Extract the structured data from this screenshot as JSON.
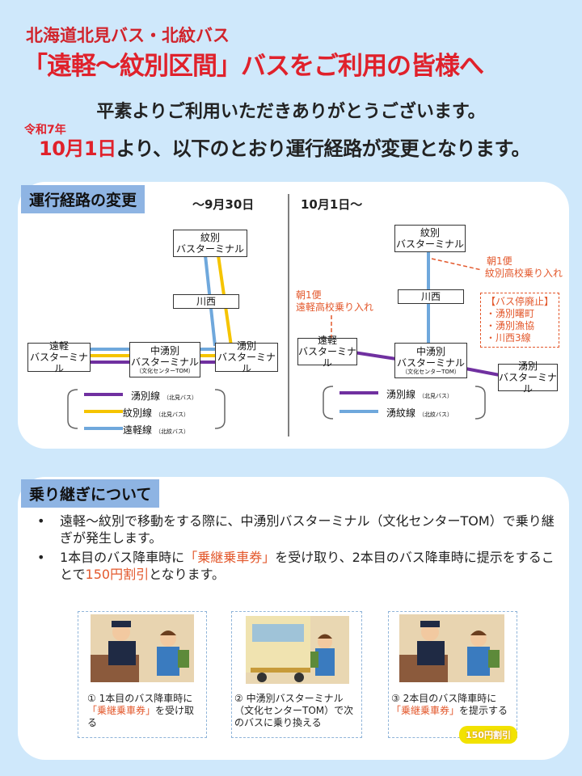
{
  "header": {
    "company": "北海道北見バス・北紋バス",
    "title": "「遠軽～紋別区間」バスをご利用の皆様へ",
    "greeting": "平素よりご利用いただきありがとうございます。",
    "era": "令和7年",
    "date": "10月1日",
    "date_rest": "より、以下のとおり運行経路が変更となります。"
  },
  "route_section": {
    "heading": "運行経路の変更",
    "before": {
      "period": "～9月30日",
      "stops": {
        "monbetsu_line1": "紋別",
        "monbetsu_line2": "バスターミナル",
        "kawanishi": "川西",
        "engaru_line1": "遠軽",
        "engaru_line2": "バスターミナル",
        "naka_line1": "中湧別",
        "naka_line2": "バスターミナル",
        "naka_note": "（文化センターTOM）",
        "yubetsu_line1": "湧別",
        "yubetsu_line2": "バスターミナル"
      },
      "legend": [
        {
          "name": "湧別線",
          "operator": "（北見バス）",
          "color": "#7030a0"
        },
        {
          "name": "紋別線",
          "operator": "（北見バス）",
          "color": "#f5c400"
        },
        {
          "name": "遠軽線",
          "operator": "（北紋バス）",
          "color": "#6fa8dc"
        }
      ]
    },
    "after": {
      "period": "10月1日～",
      "stops": {
        "monbetsu_line1": "紋別",
        "monbetsu_line2": "バスターミナル",
        "kawanishi": "川西",
        "engaru_line1": "遠軽",
        "engaru_line2": "バスターミナル",
        "naka_line1": "中湧別",
        "naka_line2": "バスターミナル",
        "naka_note": "（文化センターTOM）",
        "yubetsu_line1": "湧別",
        "yubetsu_line2": "バスターミナル"
      },
      "note_morning_monbetsu_1": "朝1便",
      "note_morning_monbetsu_2": "紋別高校乗り入れ",
      "note_morning_engaru_1": "朝1便",
      "note_morning_engaru_2": "遠軽高校乗り入れ",
      "abolished_title": "【バス停廃止】",
      "abolished": [
        "・湧別曙町",
        "・湧別漁協",
        "・川西3線"
      ],
      "legend": [
        {
          "name": "湧別線",
          "operator": "（北見バス）",
          "color": "#7030a0"
        },
        {
          "name": "湧紋線",
          "operator": "（北紋バス）",
          "color": "#6fa8dc"
        }
      ]
    }
  },
  "transfer_section": {
    "heading": "乗り継ぎについて",
    "bullet1": "遠軽～紋別で移動をする際に、中湧別バスターミナル（文化センターTOM）で乗り継ぎが発生します。",
    "bullet2_a": "1本目のバス降車時に",
    "bullet2_b": "「乗継乗車券」",
    "bullet2_c": "を受け取り、2本目のバス降車時に提示をすることで",
    "bullet2_d": "150円割引",
    "bullet2_e": "となります。",
    "steps": [
      {
        "num": "①",
        "text_a": "1本目のバス降車時に",
        "text_b": "「乗継乗車券」",
        "text_c": "を受け取る"
      },
      {
        "num": "②",
        "text_a": "中湧別バスターミナル（文化センターTOM）で次のバスに乗り換える"
      },
      {
        "num": "③",
        "text_a": "2本目のバス降車時に",
        "text_b": "「乗継乗車券」",
        "text_c": "を提示する"
      }
    ],
    "badge": "150円割引"
  }
}
